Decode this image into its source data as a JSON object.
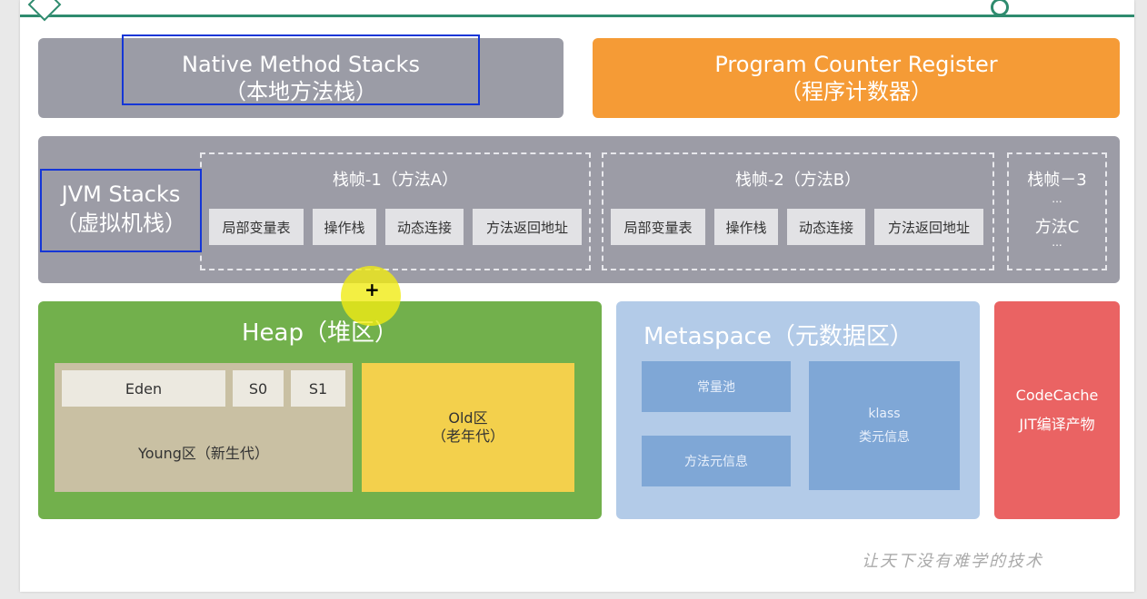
{
  "colors": {
    "accent": "#2e8b6e",
    "native": "#9b9ca6",
    "pcr": "#f59b36",
    "jvm": "#9c9ca6",
    "heap": "#72b04c",
    "young": "#c9c0a3",
    "old": "#f3d04c",
    "meta": "#b3cbe8",
    "meta_cell": "#7fa7d6",
    "codecache": "#ea6363",
    "highlight_border": "#1536d6",
    "cursor": "#f0eb14"
  },
  "native": {
    "title": "Native Method Stacks",
    "subtitle": "（本地方法栈）"
  },
  "pcr": {
    "title": "Program Counter Register",
    "subtitle": "（程序计数器）"
  },
  "jvm": {
    "title": "JVM Stacks",
    "subtitle": "（虚拟机栈）",
    "frames": [
      {
        "title": "栈帧-1（方法A）",
        "cells": [
          "局部变量表",
          "操作栈",
          "动态连接",
          "方法返回地址"
        ]
      },
      {
        "title": "栈帧-2（方法B）",
        "cells": [
          "局部变量表",
          "操作栈",
          "动态连接",
          "方法返回地址"
        ]
      }
    ],
    "frame3": {
      "title": "栈帧－3",
      "dots1": "...",
      "method": "方法C",
      "dots2": "..."
    }
  },
  "heap": {
    "title": "Heap（堆区）",
    "young": {
      "cells": [
        "Eden",
        "S0",
        "S1"
      ],
      "label": "Young区（新生代）"
    },
    "old": {
      "line1": "Old区",
      "line2": "（老年代）"
    }
  },
  "meta": {
    "title": "Metaspace（元数据区）",
    "cells": {
      "pool": "常量池",
      "method_info": "方法元信息",
      "klass": "klass",
      "klass_info": "类元信息"
    }
  },
  "codecache": {
    "line1": "CodeCache",
    "line2": "JIT编译产物"
  },
  "slogan": "让天下没有难学的技术",
  "cursor": {
    "symbol": "+"
  }
}
